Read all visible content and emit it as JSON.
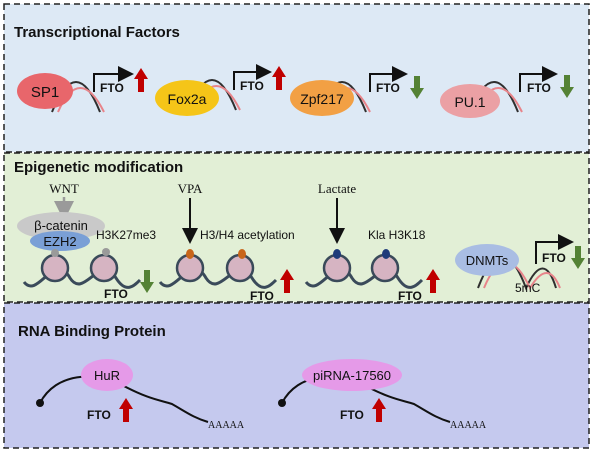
{
  "colors": {
    "panel1_bg": "#dde9f5",
    "panel2_bg": "#e2efd6",
    "panel3_bg": "#c5c9ee",
    "up_arrow": "#c00000",
    "down_arrow": "#548235",
    "dna_dark": "#2f2f2f",
    "dna_pink": "#e8848a"
  },
  "panel1": {
    "title": "Transcriptional Factors",
    "factors": [
      {
        "name": "SP1",
        "gene": "FTO",
        "direction": "up",
        "color": "#e8666b"
      },
      {
        "name": "Fox2a",
        "gene": "FTO",
        "direction": "up",
        "color": "#f5c518"
      },
      {
        "name": "Zpf217",
        "gene": "FTO",
        "direction": "down",
        "color": "#f2a044"
      },
      {
        "name": "PU.1",
        "gene": "FTO",
        "direction": "down",
        "color": "#eba0a4"
      }
    ]
  },
  "panel2": {
    "title": "Epigenetic modification",
    "wnt": "WNT",
    "beta_catenin": "β-catenin",
    "ezh2": "EZH2",
    "h3k27": "H3K27me3",
    "fto1": "FTO",
    "vpa": "VPA",
    "acetylation": "H3/H4 acetylation",
    "fto2": "FTO",
    "lactate": "Lactate",
    "kla": "Kla H3K18",
    "fto3": "FTO",
    "dnmts": "DNMTs",
    "fto4": "FTO",
    "mc": "5mC"
  },
  "panel3": {
    "title": "RNA Binding  Protein",
    "items": [
      {
        "name": "HuR",
        "gene": "FTO",
        "direction": "up",
        "tail": "AAAAA"
      },
      {
        "name": "piRNA-17560",
        "gene": "FTO",
        "direction": "up",
        "tail": "AAAAA"
      }
    ]
  }
}
